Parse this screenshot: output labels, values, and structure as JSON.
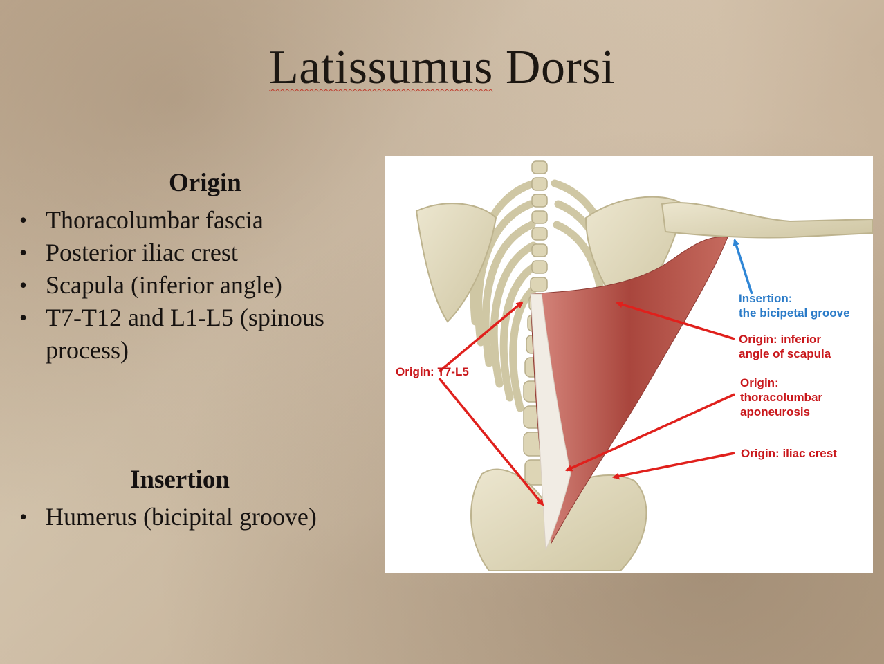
{
  "title": {
    "main": "Latissumus",
    "rest": "Dorsi"
  },
  "origin": {
    "heading": "Origin",
    "items": [
      "Thoracolumbar fascia",
      "Posterior iliac crest",
      "Scapula (inferior angle)",
      "T7-T12 and L1-L5 (spinous process)"
    ]
  },
  "insertion": {
    "heading": "Insertion",
    "items": [
      "Humerus (bicipital groove)"
    ]
  },
  "figure": {
    "labels": {
      "insertion": "Insertion:\nthe bicipetal groove",
      "origin_scapula": "Origin: inferior\nangle of scapula",
      "origin_thoracolumbar": "Origin:\nthoracolumbar\naponeurosis",
      "origin_iliac": "Origin: iliac crest",
      "origin_t7": "Origin: T7-L5"
    },
    "colors": {
      "red_label": "#c9171b",
      "blue_label": "#2a7bc8",
      "muscle": "#b5544a"
    }
  }
}
